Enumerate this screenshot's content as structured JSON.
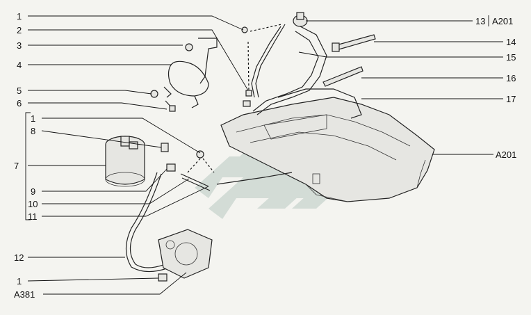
{
  "labels": {
    "l1a": "1",
    "l2": "2",
    "l3": "3",
    "l4": "4",
    "l5": "5",
    "l6": "6",
    "l1b": "1",
    "l8": "8",
    "l7": "7",
    "l9": "9",
    "l10": "10",
    "l11": "11",
    "l12": "12",
    "l1c": "1",
    "la381": "A381",
    "l13": "13",
    "la201top": "A201",
    "l14": "14",
    "l15": "15",
    "l16": "16",
    "l17": "17",
    "la201right": "A201"
  },
  "colors": {
    "background": "#f4f4f0",
    "ink": "#111111",
    "watermark": "#b9c9c2"
  }
}
